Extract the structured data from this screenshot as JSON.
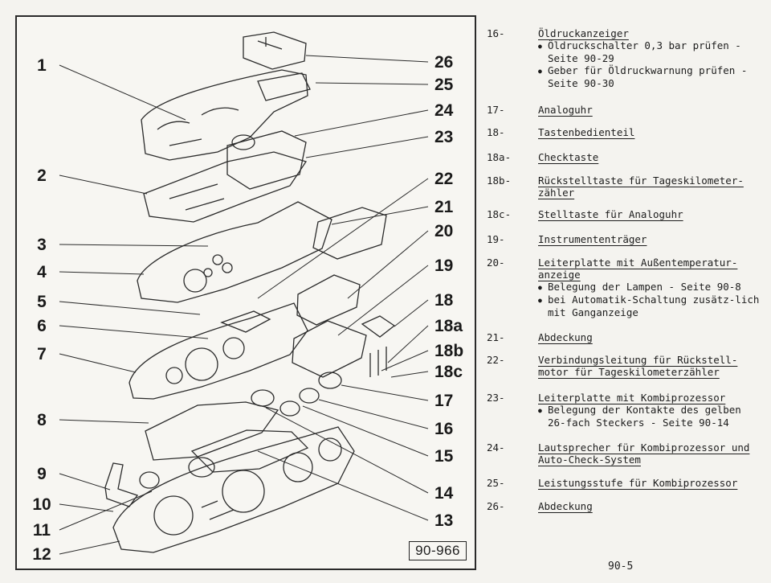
{
  "figure": {
    "code": "90-966",
    "left_callouts": [
      "1",
      "2",
      "3",
      "4",
      "5",
      "6",
      "7",
      "8",
      "9",
      "10",
      "11",
      "12"
    ],
    "right_callouts": [
      "26",
      "25",
      "24",
      "23",
      "22",
      "21",
      "20",
      "19",
      "18",
      "18a",
      "18b",
      "18c",
      "17",
      "16",
      "15",
      "14",
      "13"
    ]
  },
  "legend": [
    {
      "num": "16-",
      "title": "Öldruckanzeiger",
      "subs": [
        "Öldruckschalter 0,3 bar prüfen - Seite 90-29",
        "Geber für Öldruckwarnung prüfen - Seite 90-30"
      ]
    },
    {
      "num": "17-",
      "title": "Analoguhr",
      "subs": []
    },
    {
      "num": "18-",
      "title": "Tastenbedienteil",
      "subs": []
    },
    {
      "num": "18a-",
      "title": "Checktaste",
      "subs": []
    },
    {
      "num": "18b-",
      "title": "Rückstelltaste für Tageskilometer-zähler",
      "subs": []
    },
    {
      "num": "18c-",
      "title": "Stelltaste für Analoguhr",
      "subs": []
    },
    {
      "num": "19-",
      "title": "Instrumententräger",
      "subs": []
    },
    {
      "num": "20-",
      "title": "Leiterplatte mit Außentemperatur-anzeige",
      "subs": [
        "Belegung der Lampen - Seite 90-8",
        "bei Automatik-Schaltung zusätz-lich mit Ganganzeige"
      ]
    },
    {
      "num": "21-",
      "title": "Abdeckung",
      "subs": []
    },
    {
      "num": "22-",
      "title": "Verbindungsleitung für Rückstell-motor für Tageskilometerzähler",
      "subs": []
    },
    {
      "num": "23-",
      "title": "Leiterplatte mit Kombiprozessor",
      "subs": [
        "Belegung der Kontakte des gelben 26-fach Steckers - Seite 90-14"
      ]
    },
    {
      "num": "24-",
      "title": "Lautsprecher für Kombiprozessor und Auto-Check-System",
      "subs": []
    },
    {
      "num": "25-",
      "title": "Leistungsstufe für Kombiprozessor",
      "subs": []
    },
    {
      "num": "26-",
      "title": "Abdeckung",
      "subs": []
    }
  ],
  "page_number": "90-5"
}
